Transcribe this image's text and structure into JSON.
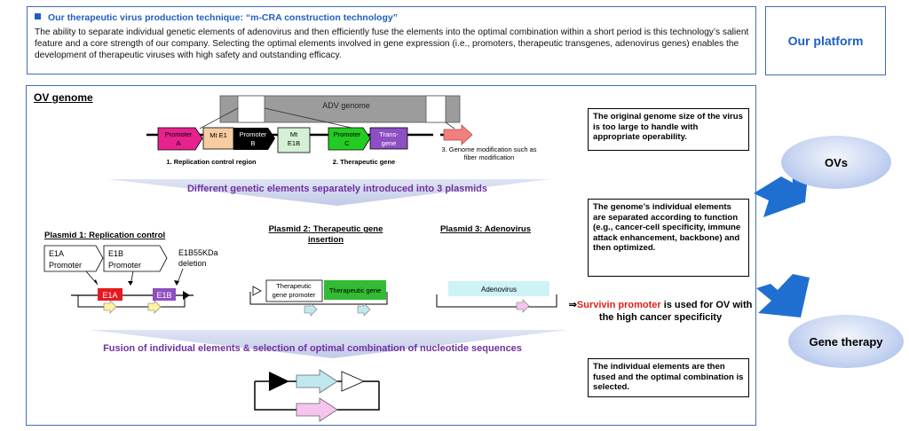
{
  "header": {
    "heading": "Our therapeutic virus production technique: “m-CRA construction technology”",
    "body": "The ability to separate individual genetic elements of adenovirus and then efficiently fuse the elements into the optimal combination within a short period is this technology’s salient feature and a core strength of our company. Selecting the optimal elements involved in gene expression (i.e., promoters, therapeutic transgenes, adenovirus genes) enables the development of therapeutic viruses with high safety and outstanding efficacy."
  },
  "platform": {
    "label": "Our platform"
  },
  "ov_genome": {
    "title": "OV genome",
    "adv_label": "ADV genome",
    "elements": {
      "promoter_a": "Promoter\nA",
      "mt_e1": "Mt E1",
      "promoter_b": "Promoter\nB",
      "mt_e1b": "Mt\nE1B",
      "promoter_c": "Promoter\nC",
      "transgene": "Trans-\ngene"
    },
    "labels": {
      "replication_region": "1. Replication control region",
      "therapeutic_gene": "2. Therapeutic gene",
      "genome_mod": "3. Genome modification such as\nfiber modification"
    },
    "band1": "Different genetic elements separately introduced into 3 plasmids",
    "band2": "Fusion of individual elements & selection of optimal combination of nucleotide sequences"
  },
  "plasmids": {
    "p1": {
      "title": "Plasmid 1: Replication control",
      "e1a_promoter": "E1A\nPromoter",
      "e1b_promoter": "E1B\nPromoter",
      "deletion": "E1B55KDa\ndeletion",
      "e1a": "E1A",
      "e1b": "E1B"
    },
    "p2": {
      "title": "Plasmid 2: Therapeutic gene\ninsertion",
      "promoter": "Therapeutic\ngene promoter",
      "gene": "Therapeutic gene"
    },
    "p3": {
      "title": "Plasmid 3: Adenovirus",
      "adenovirus": "Adenovirus"
    }
  },
  "notes": {
    "n1": "The original genome size of the virus is too large to handle with appropriate operability.",
    "n2": "The genome’s individual elements are separated according to function (e.g., cancer-cell specificity, immune attack enhancement, backbone) and then optimized.",
    "survivin_arrow": "⇒",
    "survivin_red": "Survivin promoter",
    "survivin_rest": " is used for OV with the high cancer specificity",
    "n3": "The individual elements are then fused and the optimal combination is selected."
  },
  "outcomes": {
    "ovs": "OVs",
    "gene_therapy": "Gene therapy"
  },
  "colors": {
    "frame": "#3e6fb5",
    "heading": "#1f5fbf",
    "band_text": "#7030a0",
    "red": "#e0201c"
  }
}
